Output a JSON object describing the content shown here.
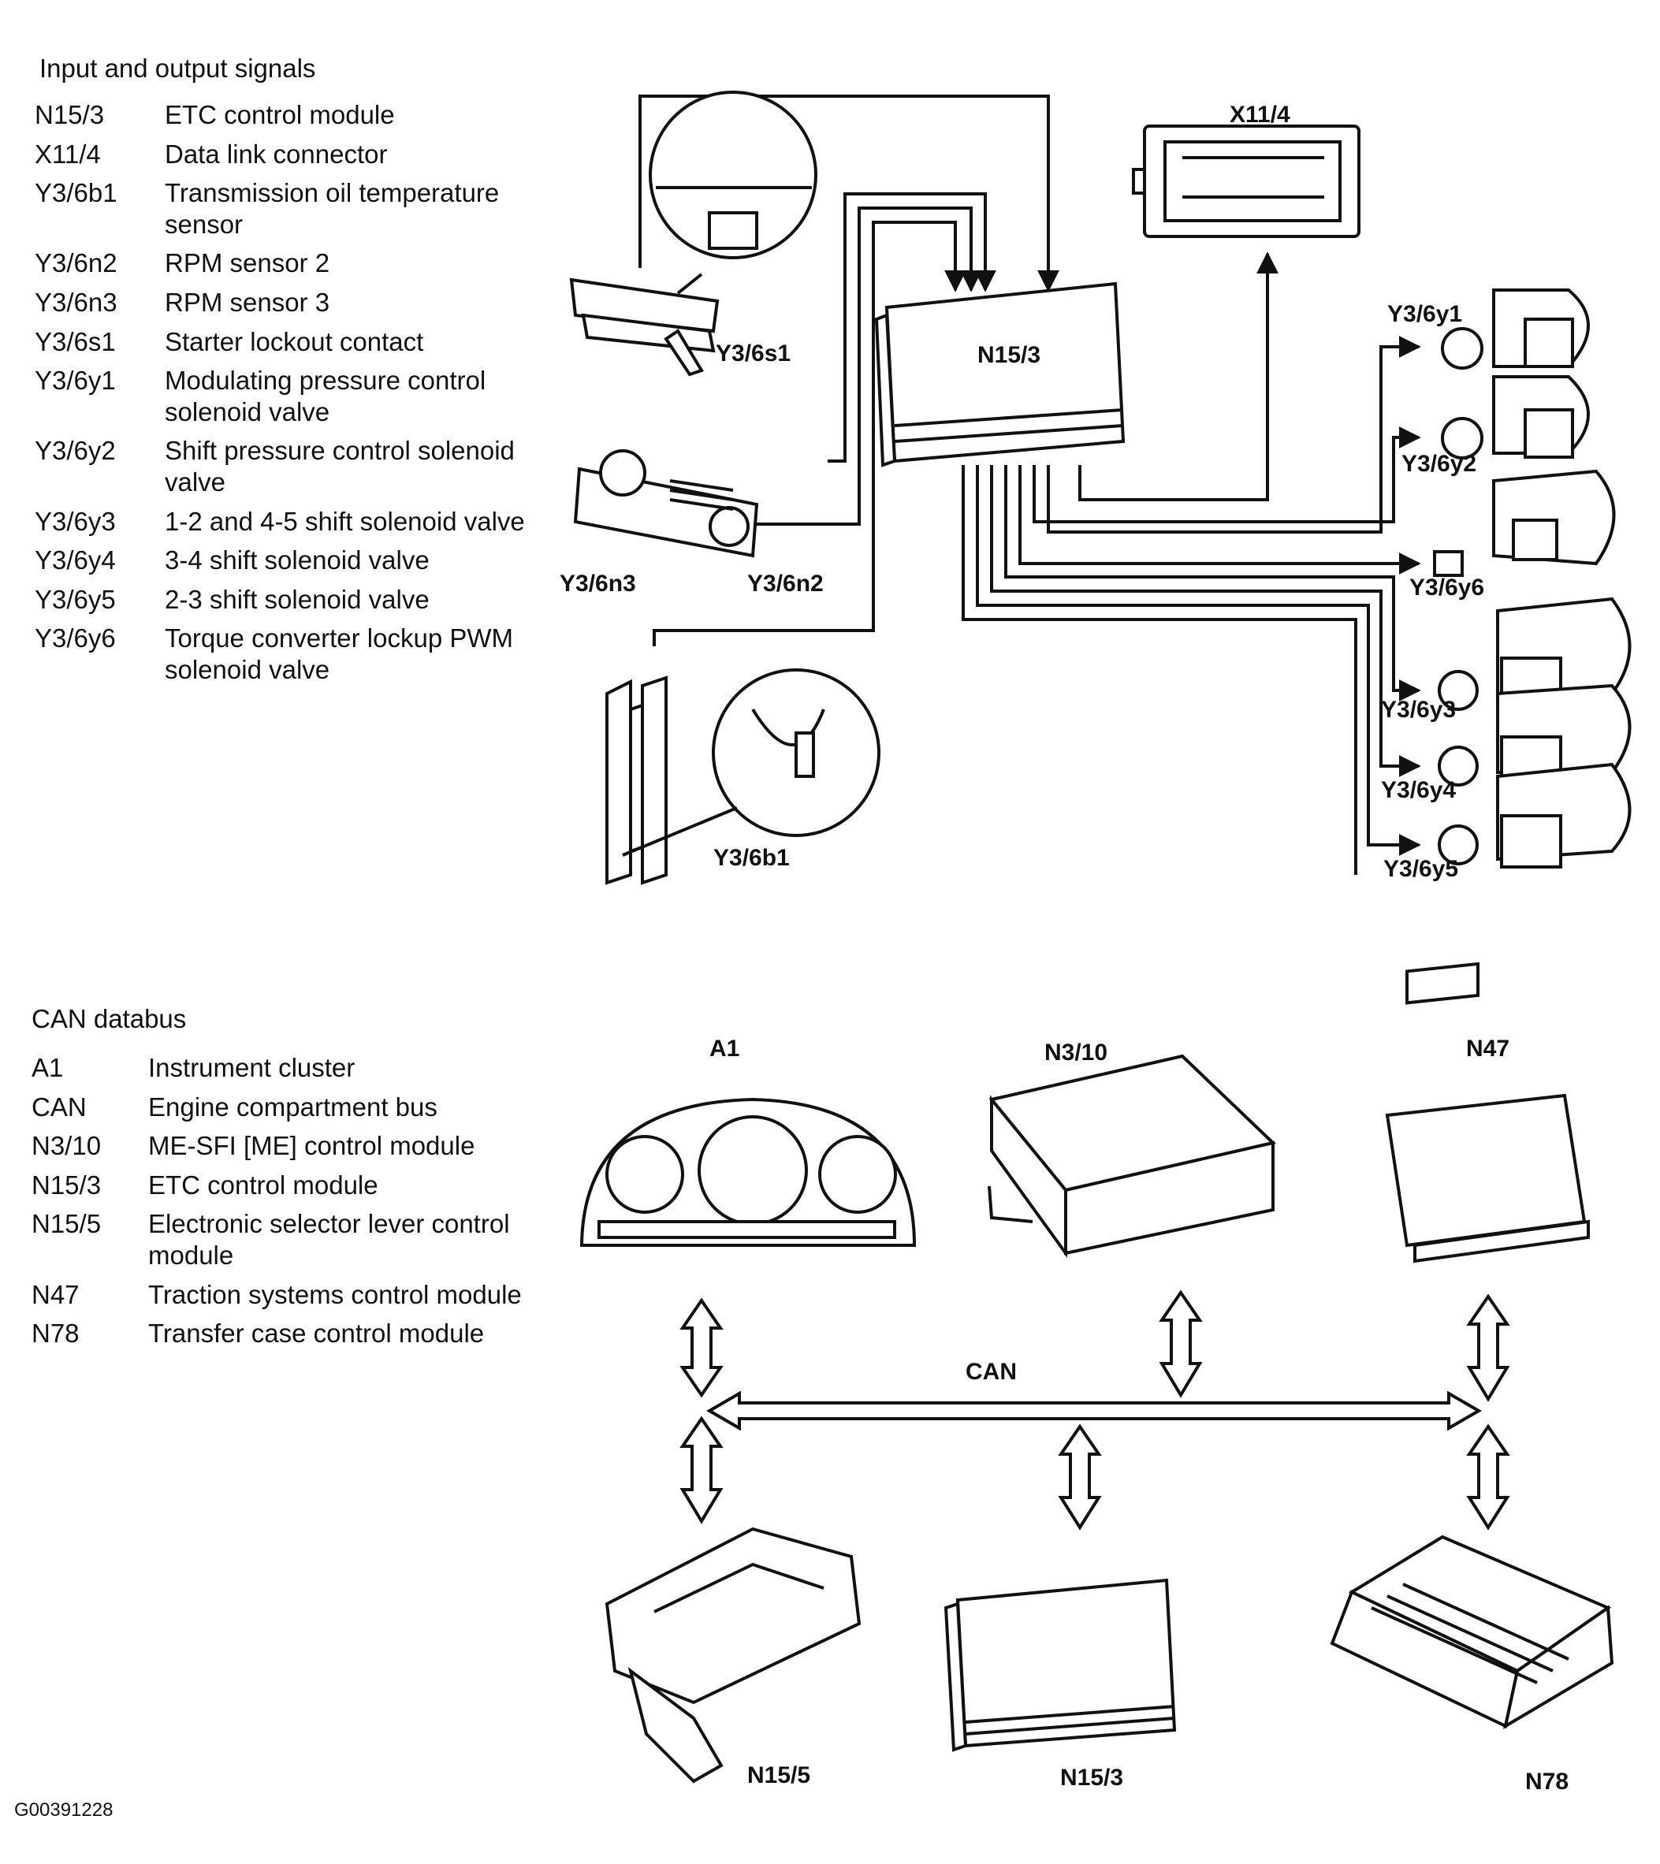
{
  "io": {
    "title": "Input and output signals",
    "items": [
      {
        "code": "N15/3",
        "desc": "ETC control module"
      },
      {
        "code": "X11/4",
        "desc": "Data link connector"
      },
      {
        "code": "Y3/6b1",
        "desc": "Transmission oil temperature sensor"
      },
      {
        "code": "Y3/6n2",
        "desc": "RPM sensor 2"
      },
      {
        "code": "Y3/6n3",
        "desc": "RPM sensor 3"
      },
      {
        "code": "Y3/6s1",
        "desc": "Starter lockout contact"
      },
      {
        "code": "Y3/6y1",
        "desc": "Modulating pressure control solenoid valve"
      },
      {
        "code": "Y3/6y2",
        "desc": "Shift pressure control solenoid valve"
      },
      {
        "code": "Y3/6y3",
        "desc": "1-2 and 4-5 shift solenoid valve"
      },
      {
        "code": "Y3/6y4",
        "desc": "3-4 shift solenoid valve"
      },
      {
        "code": "Y3/6y5",
        "desc": "2-3 shift solenoid valve"
      },
      {
        "code": "Y3/6y6",
        "desc": "Torque converter lockup PWM solenoid valve"
      }
    ]
  },
  "can": {
    "title": "CAN databus",
    "items": [
      {
        "code": "A1",
        "desc": "Instrument cluster"
      },
      {
        "code": "CAN",
        "desc": "Engine compartment bus"
      },
      {
        "code": "N3/10",
        "desc": "ME-SFI [ME] control module"
      },
      {
        "code": "N15/3",
        "desc": "ETC control module"
      },
      {
        "code": "N15/5",
        "desc": "Electronic selector lever control module"
      },
      {
        "code": "N47",
        "desc": "Traction systems control module"
      },
      {
        "code": "N78",
        "desc": "Transfer case control module"
      }
    ]
  },
  "diagram_labels": {
    "x11_4": "X11/4",
    "n15_3_top": "N15/3",
    "y3_6s1": "Y3/6s1",
    "y3_6n3": "Y3/6n3",
    "y3_6n2": "Y3/6n2",
    "y3_6b1": "Y3/6b1",
    "y3_6y1": "Y3/6y1",
    "y3_6y2": "Y3/6y2",
    "y3_6y6": "Y3/6y6",
    "y3_6y3": "Y3/6y3",
    "y3_6y4": "Y3/6y4",
    "y3_6y5": "Y3/6y5",
    "a1": "A1",
    "n3_10": "N3/10",
    "n47": "N47",
    "can_bus": "CAN",
    "n15_5": "N15/5",
    "n15_3_bottom": "N15/3",
    "n78": "N78"
  },
  "footer": {
    "figure_id": "G00391228"
  }
}
